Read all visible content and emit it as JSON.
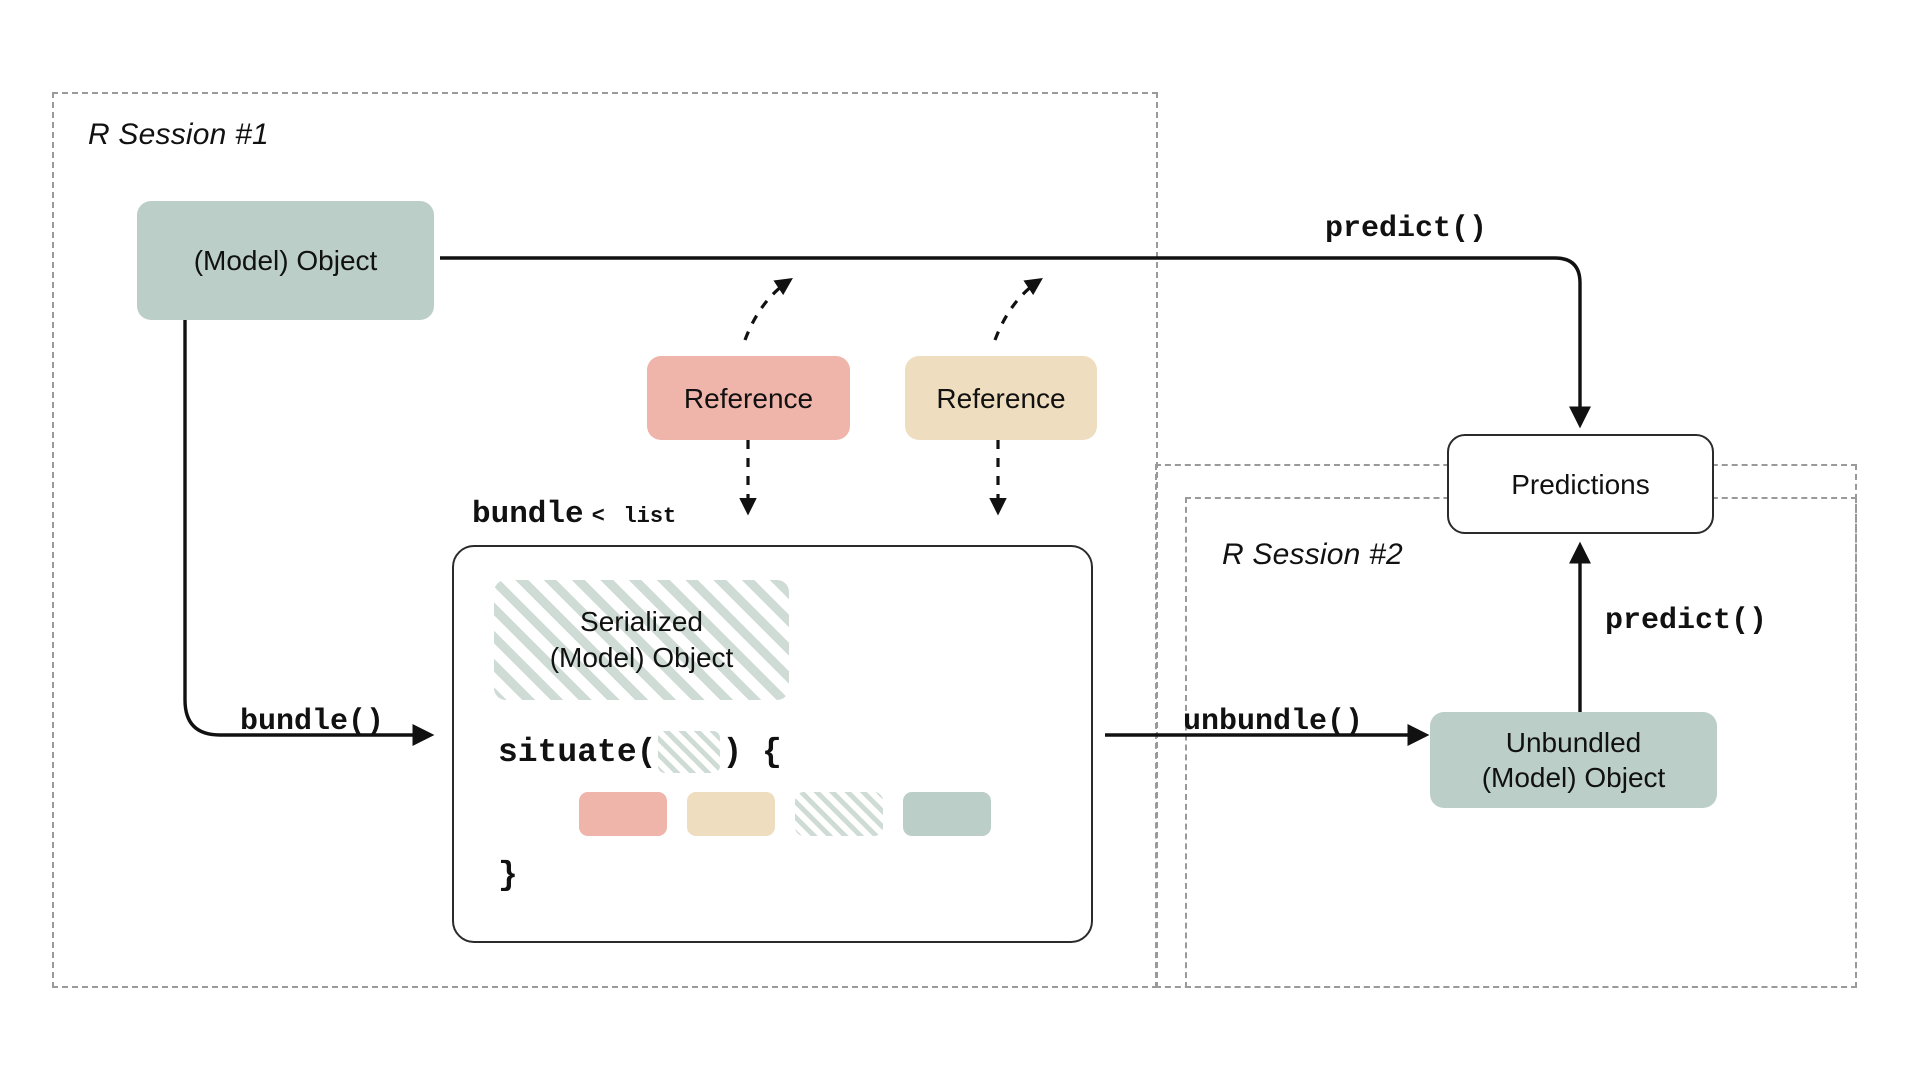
{
  "diagram": {
    "title": "bundle / unbundle R model serialization workflow",
    "colors": {
      "green": "#bbcec8",
      "salmon": "#efb4aa",
      "tan": "#eeddbf",
      "hatch": "#cfdcd6",
      "session_border": "#9a9a9a",
      "stroke": "#2b2b2b",
      "background": "#ffffff"
    }
  },
  "sessions": [
    {
      "id": "session1",
      "label": "R Session #1"
    },
    {
      "id": "session2",
      "label": "R Session #2"
    }
  ],
  "nodes": {
    "model_object": {
      "label": "(Model) Object",
      "fill": "green"
    },
    "reference_1": {
      "label": "Reference",
      "fill": "salmon"
    },
    "reference_2": {
      "label": "Reference",
      "fill": "tan"
    },
    "serialized": {
      "line1": "Serialized",
      "line2": "(Model) Object",
      "fill": "hatched-green"
    },
    "predictions": {
      "label": "Predictions",
      "fill": "white"
    },
    "unbundled": {
      "line1": "Unbundled",
      "line2": "(Model) Object",
      "fill": "green"
    }
  },
  "bundle_card": {
    "title": "bundle",
    "type_prefix": "<",
    "type_name": "list",
    "situate_open": "situate(",
    "situate_close": ") {",
    "close_brace": "}",
    "chips": [
      {
        "name": "chip-salmon",
        "fill": "salmon"
      },
      {
        "name": "chip-tan",
        "fill": "tan"
      },
      {
        "name": "chip-hatched",
        "fill": "hatched-green"
      },
      {
        "name": "chip-green",
        "fill": "green"
      }
    ]
  },
  "edges": {
    "predict_top": "predict()",
    "predict_right": "predict()",
    "bundle_call": "bundle()",
    "unbundle_call": "unbundle()"
  }
}
